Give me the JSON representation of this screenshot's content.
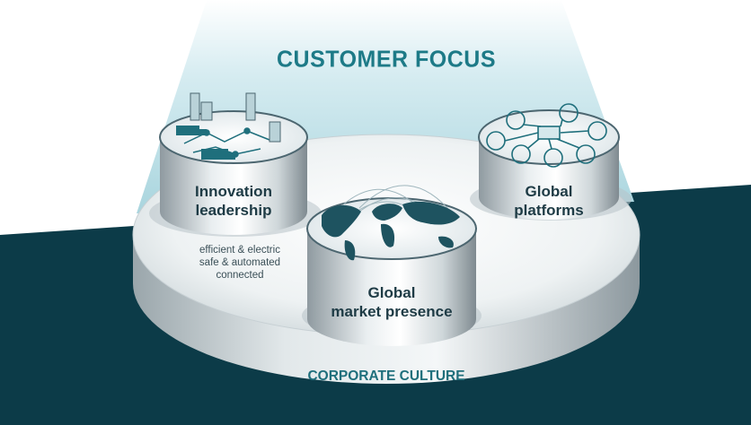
{
  "title": "CUSTOMER FOCUS",
  "base_label": "CORPORATE CULTURE",
  "pillars": [
    {
      "label": "Innovation\nleadership",
      "sublabel": "efficient & electric\nsafe & automated\nconnected"
    },
    {
      "label": "Global\nmarket presence"
    },
    {
      "label": "Global\nplatforms"
    }
  ],
  "colors": {
    "teal_dark": "#0c3b48",
    "beam": "#bfe1e8",
    "title": "#1d7a87",
    "pillar_text": "#1e3b45"
  }
}
